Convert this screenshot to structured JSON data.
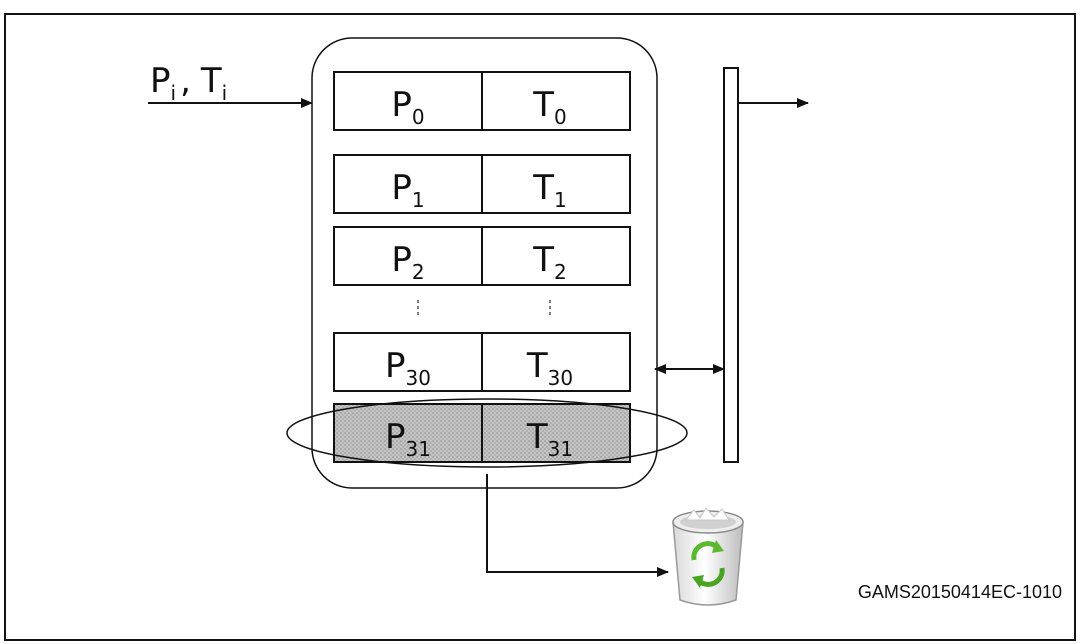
{
  "input_label": {
    "p": "P",
    "p_sub": "i",
    "sep": ",",
    "t": "T",
    "t_sub": "i"
  },
  "rows": [
    {
      "p": "P",
      "p_sub": "0",
      "t": "T",
      "t_sub": "0",
      "highlighted": false
    },
    {
      "p": "P",
      "p_sub": "1",
      "t": "T",
      "t_sub": "1",
      "highlighted": false
    },
    {
      "p": "P",
      "p_sub": "2",
      "t": "T",
      "t_sub": "2",
      "highlighted": false
    },
    {
      "p": "P",
      "p_sub": "30",
      "t": "T",
      "t_sub": "30",
      "highlighted": false
    },
    {
      "p": "P",
      "p_sub": "31",
      "t": "T",
      "t_sub": "31",
      "highlighted": true
    }
  ],
  "icons": {
    "trash": "recycle-bin-icon"
  },
  "caption": "GAMS20150414EC-1010",
  "colors": {
    "line": "#111111",
    "highlight_fill": "#b8b8b8",
    "recycle_green": "#5cb82e"
  }
}
